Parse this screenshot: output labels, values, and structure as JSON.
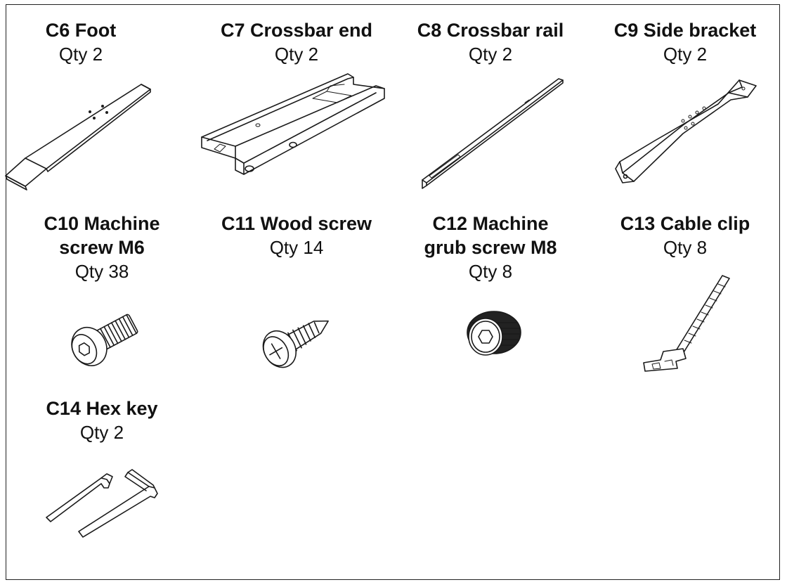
{
  "parts": [
    {
      "id": "C6",
      "name": "C6 Foot",
      "qty": "Qty 2",
      "icon": "foot-icon"
    },
    {
      "id": "C7",
      "name": "C7 Crossbar end",
      "qty": "Qty 2",
      "icon": "crossbar-end-icon"
    },
    {
      "id": "C8",
      "name": "C8 Crossbar rail",
      "qty": "Qty 2",
      "icon": "crossbar-rail-icon"
    },
    {
      "id": "C9",
      "name": "C9 Side bracket",
      "qty": "Qty 2",
      "icon": "side-bracket-icon"
    },
    {
      "id": "C10",
      "name": "C10 Machine\nscrew M6",
      "qty": "Qty 38",
      "icon": "machine-screw-icon"
    },
    {
      "id": "C11",
      "name": "C11 Wood screw",
      "qty": "Qty 14",
      "icon": "wood-screw-icon"
    },
    {
      "id": "C12",
      "name": "C12 Machine\ngrub screw M8",
      "qty": "Qty 8",
      "icon": "grub-screw-icon"
    },
    {
      "id": "C13",
      "name": "C13 Cable clip",
      "qty": "Qty 8",
      "icon": "cable-clip-icon"
    },
    {
      "id": "C14",
      "name": "C14 Hex key",
      "qty": "Qty 2",
      "icon": "hex-key-icon"
    }
  ]
}
